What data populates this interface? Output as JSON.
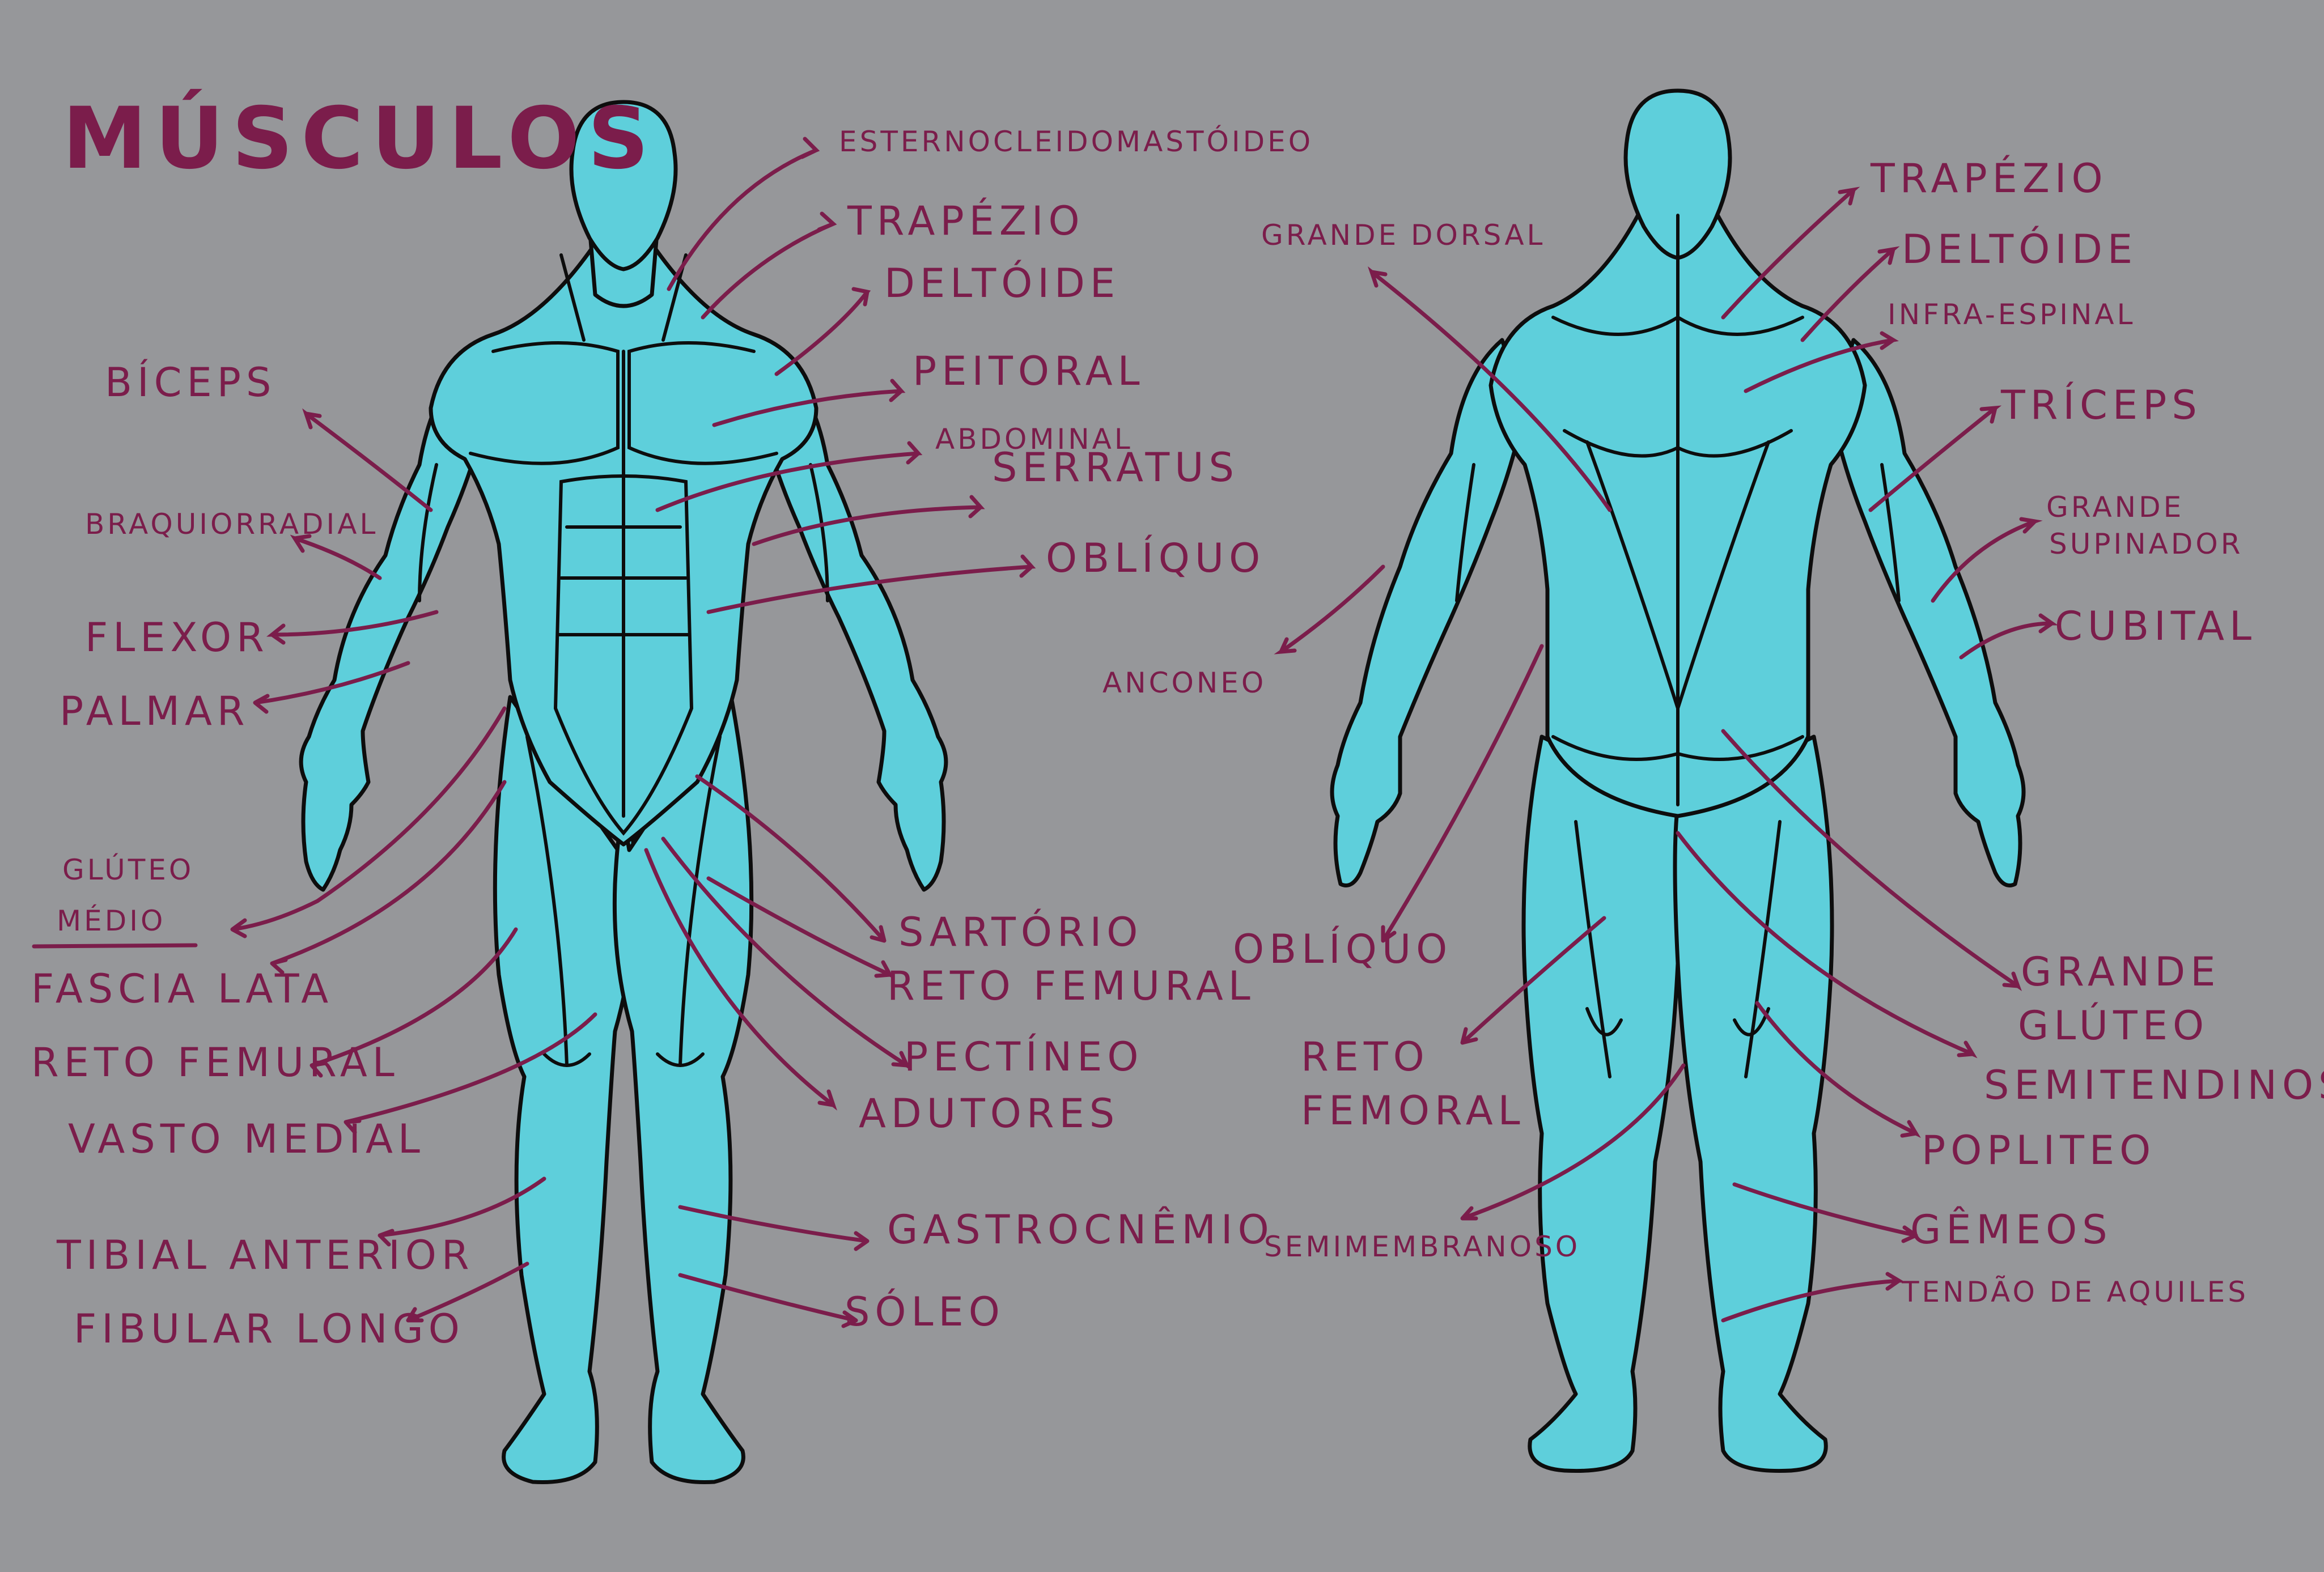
{
  "title": "MÚSCULOS",
  "colors": {
    "background": "#96979a",
    "body": "#5ecfdb",
    "ink": "#7b1d4b",
    "outline": "#0d0d0d"
  },
  "front_labels": {
    "esternocleidomastoideo": "ESTERNOCLEIDOMASTÓIDEO",
    "trapezio": "TRAPÉZIO",
    "deltoide": "DELTÓIDE",
    "peitoral": "PEITORAL",
    "abdominal": "ABDOMINAL",
    "serratus": "SERRATUS",
    "obliquo": "OBLÍQUO",
    "biceps": "BÍCEPS",
    "braquiorradial": "BRAQUIORRADIAL",
    "flexor": "FLEXOR",
    "palmar": "PALMAR",
    "gluteo_medio_1": "GLÚTEO",
    "gluteo_medio_2": "MÉDIO",
    "fascia_lata": "FASCIA LATA",
    "reto_femural": "RETO FEMURAL",
    "vasto_medial": "VASTO MEDIAL",
    "tibial_anterior": "TIBIAL ANTERIOR",
    "fibular_longo": "FIBULAR LONGO",
    "sartorio": "SARTÓRIO",
    "reto_femural_2": "RETO FEMURAL",
    "pectineo": "PECTÍNEO",
    "adutores": "ADUTORES",
    "gastrocnemio": "GASTROCNÊMIO",
    "soleo": "SÓLEO"
  },
  "back_labels": {
    "grande_dorsal": "GRANDE DORSAL",
    "trapezio": "TRAPÉZIO",
    "deltoide": "DELTÓIDE",
    "infra_espinal": "INFRA-ESPINAL",
    "triceps": "TRÍCEPS",
    "grande_supinador_1": "GRANDE",
    "grande_supinador_2": "SUPINADOR",
    "cubital": "CUBITAL",
    "anconeo": "ANCONEO",
    "obliquo": "OBLÍQUO",
    "reto_femoral_1": "RETO",
    "reto_femoral_2": "FEMORAL",
    "grande_gluteo_1": "GRANDE",
    "grande_gluteo_2": "GLÚTEO",
    "semitendinoso": "SEMITENDINOSO",
    "popliteo": "POPLITEO",
    "semimembranoso": "SEMIMEMBRANOSO",
    "gemeos": "GÊMEOS",
    "tendao_aquiles": "TENDÃO DE AQUILES"
  }
}
